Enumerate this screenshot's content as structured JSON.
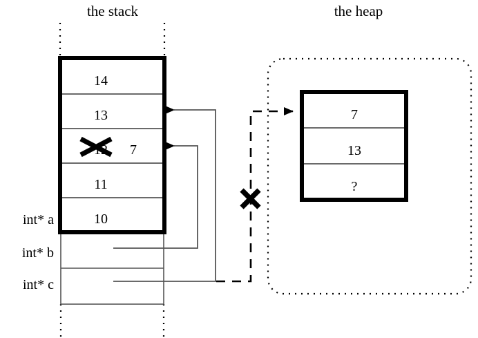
{
  "figure": {
    "type": "memory-diagram",
    "stack_title": "the stack",
    "heap_title": "the heap"
  },
  "stack": {
    "title": "the stack",
    "allocated_cells": [
      {
        "value": "14",
        "struck": false
      },
      {
        "value": "13",
        "struck": false
      },
      {
        "value": "12",
        "struck": true,
        "new_value": "7"
      },
      {
        "value": "11",
        "struck": false
      },
      {
        "value": "10",
        "struck": false
      }
    ],
    "pointer_rows": [
      {
        "label": "int* a",
        "value": ""
      },
      {
        "label": "int* b",
        "value": ""
      },
      {
        "label": "int* c",
        "value": ""
      }
    ]
  },
  "heap": {
    "title": "the heap",
    "cells": [
      {
        "value": "7"
      },
      {
        "value": "13"
      },
      {
        "value": "?"
      }
    ]
  },
  "connections": [
    {
      "name": "b-to-stack-cell-7",
      "from": "int* b",
      "to": "stack cell 7",
      "style": "solid",
      "arrow": "to-stack"
    },
    {
      "name": "c-to-stack-cell-13",
      "from": "int* c",
      "to": "stack cell 13",
      "style": "solid",
      "arrow": "to-stack"
    },
    {
      "name": "c-to-heap-block",
      "from": "int* c",
      "to": "heap cell 7",
      "style": "dashed",
      "arrow": "to-heap",
      "invalidated": true,
      "invalidation_marker": "x-cross"
    }
  ],
  "markers": {
    "struck_cell_marker": "x-cross",
    "severed_link_marker": "x-cross"
  },
  "colors": {
    "ink": "#000000",
    "background": "#ffffff",
    "thin_rule": "#555555"
  }
}
